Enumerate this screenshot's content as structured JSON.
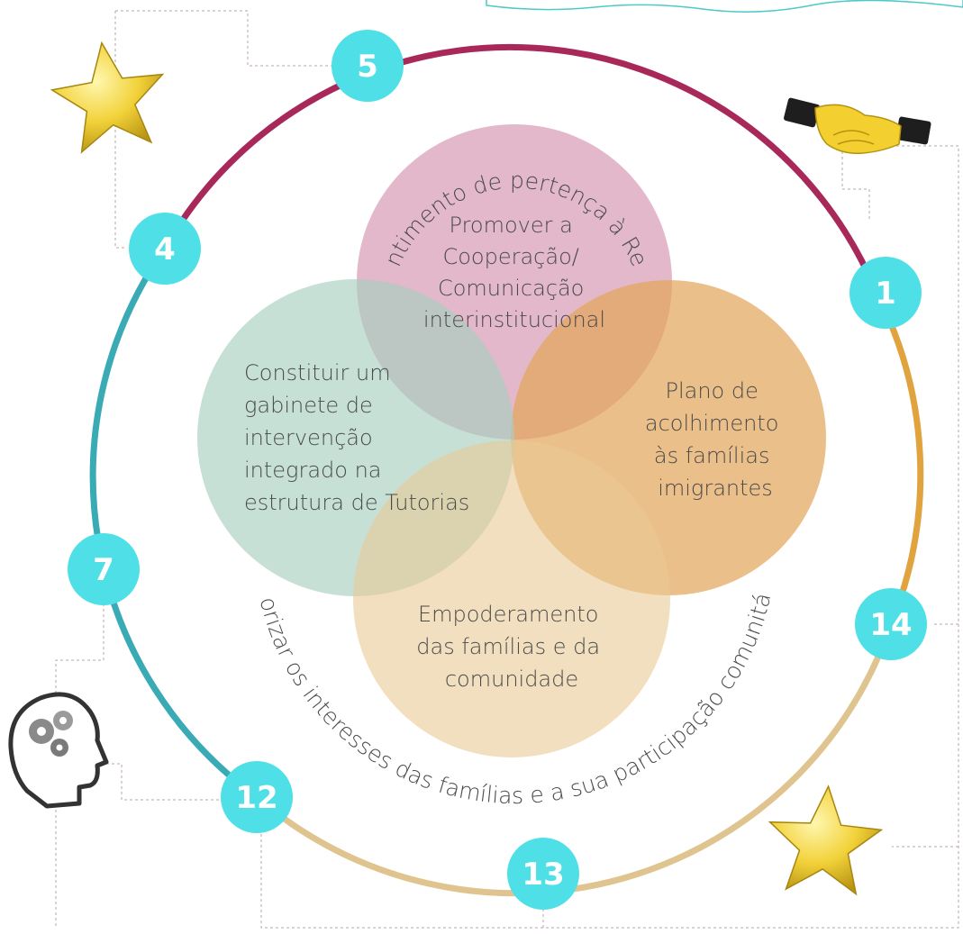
{
  "badges": [
    "5",
    "4",
    "1",
    "7",
    "14",
    "12",
    "13"
  ],
  "arc_labels": {
    "top": "Sentimento de pertença à Rede",
    "bottom": "Valorizar os interesses das famílias e a sua participação comunitária"
  },
  "circles": {
    "top": {
      "lines": [
        "Promover a",
        "Cooperação/",
        "Comunicação",
        "interinstitucional"
      ],
      "color": "#d59ab4"
    },
    "left": {
      "lines": [
        "Constituir um",
        "gabinete de",
        "intervenção",
        "integrado na",
        "estrutura de Tutorias"
      ],
      "color": "#a8cfc0"
    },
    "right": {
      "lines": [
        "Plano de",
        "acolhimento",
        "às famílias",
        "imigrantes"
      ],
      "color": "#e3a65b"
    },
    "bottom": {
      "lines": [
        "Empoderamento",
        "das famílias e da",
        "comunidade"
      ],
      "color": "#e9c994"
    }
  },
  "colors": {
    "ring_crimson": "#a8285a",
    "ring_teal": "#3aaab5",
    "ring_orange": "#e0a33e",
    "ring_sand": "#e0c48f",
    "badge": "#4ee0e6",
    "dashed_line": "#b9a5a5",
    "star": "#f2d23a"
  },
  "icons": [
    "star-icon",
    "handshake-icon",
    "head-gears-icon",
    "star-icon"
  ]
}
